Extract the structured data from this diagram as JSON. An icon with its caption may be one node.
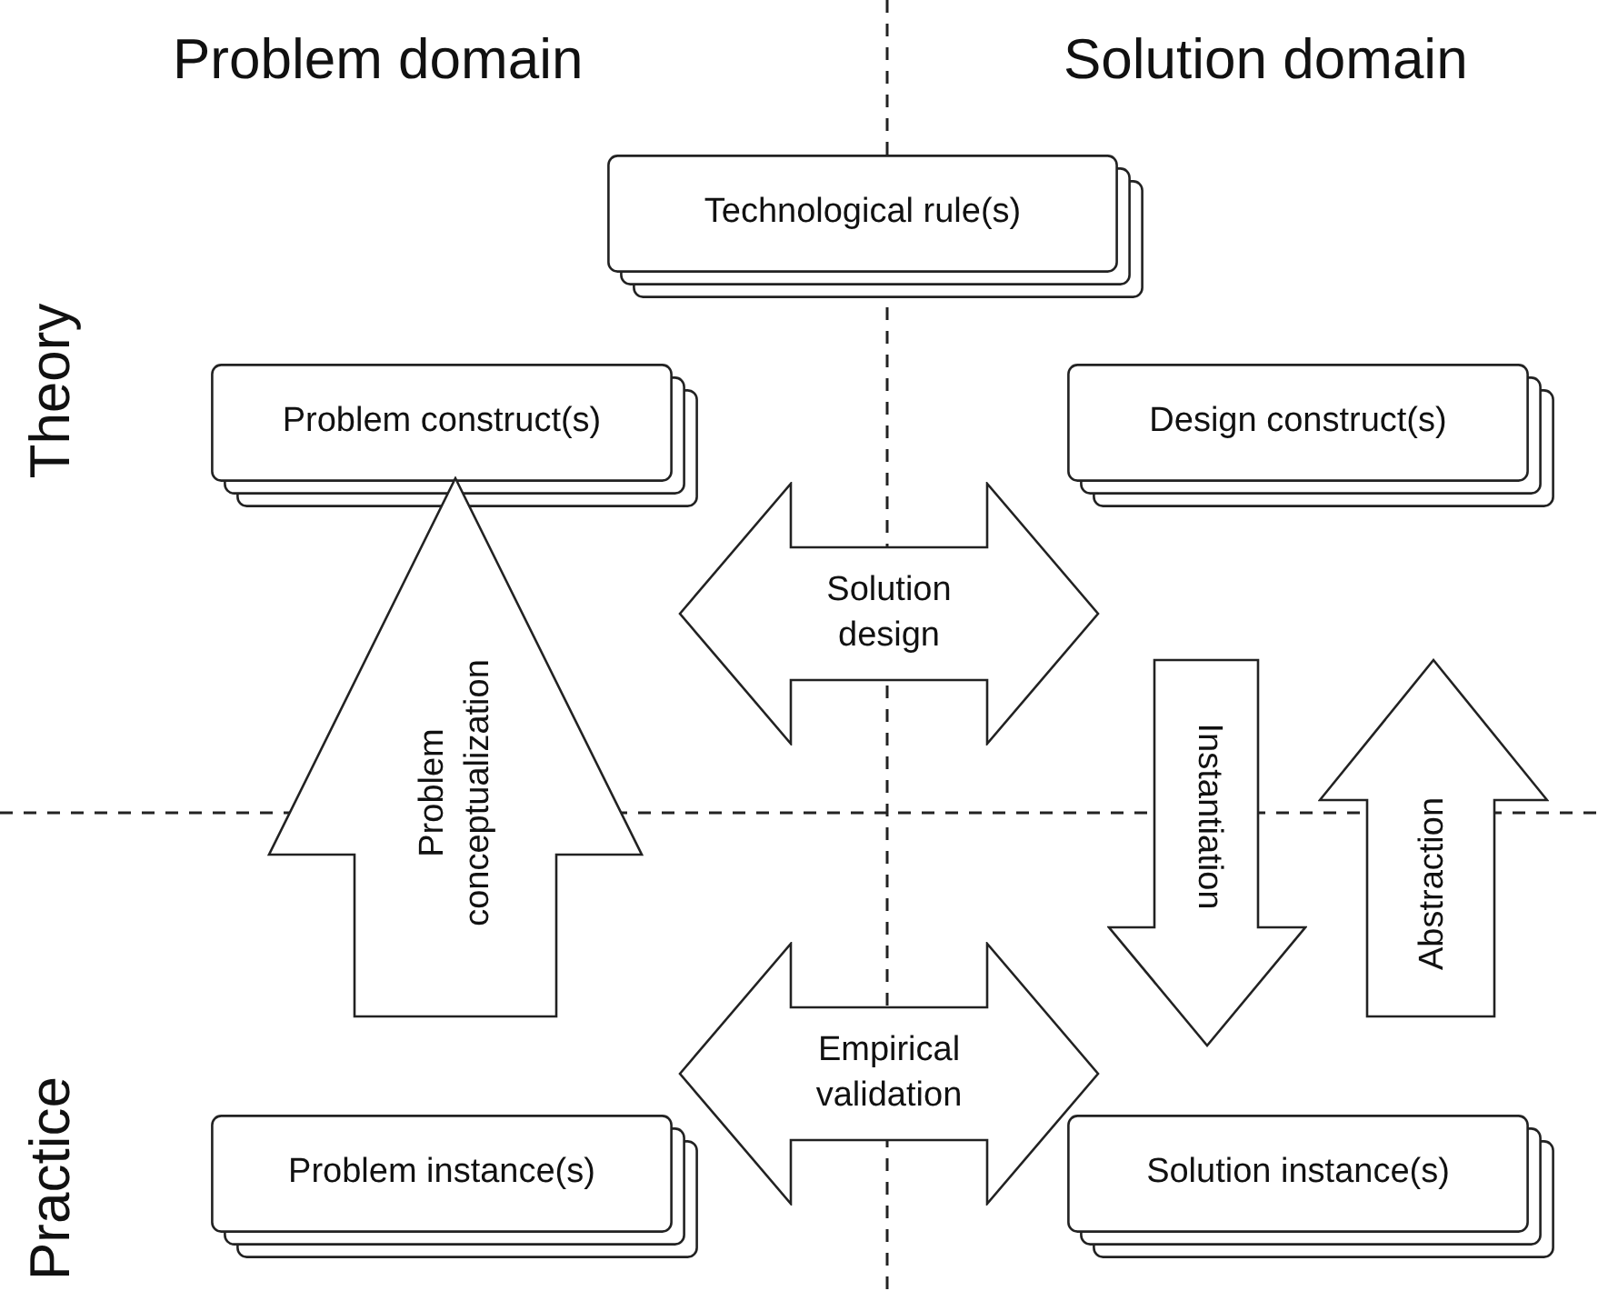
{
  "diagram": {
    "nodes": [
      {
        "text": [
          "Technological rule(s)"
        ]
      },
      {
        "text": [
          "Problem construct(s)"
        ]
      },
      {
        "text": [
          "Design construct(s)"
        ]
      },
      {
        "text": [
          "Solution design"
        ]
      },
      {
        "text": [
          "Problem conceptualization"
        ]
      },
      {
        "text": [
          "Instantiation"
        ]
      },
      {
        "text": [
          "Abstraction"
        ]
      },
      {
        "text": [
          "Empirical validation"
        ]
      },
      {
        "text": [
          "Problem instance(s)"
        ]
      },
      {
        "text": [
          "Solution instance(s)"
        ]
      }
    ],
    "labels": [
      "Problem domain",
      "Solution domain",
      "Theory",
      "Practice"
    ]
  }
}
